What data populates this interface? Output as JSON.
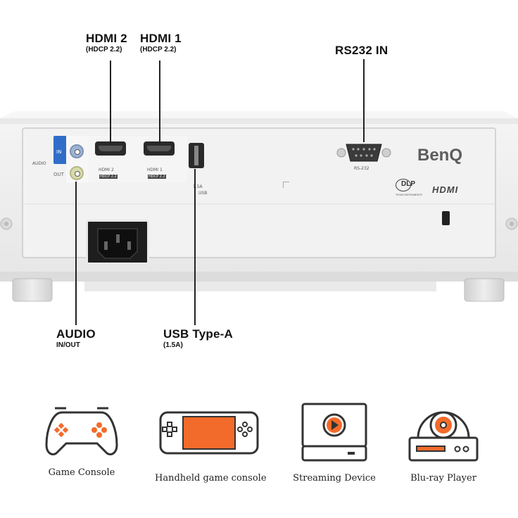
{
  "callouts": {
    "hdmi2": {
      "title": "HDMI 2",
      "sub": "(HDCP 2.2)"
    },
    "hdmi1": {
      "title": "HDMI 1",
      "sub": "(HDCP 2.2)"
    },
    "rs232": {
      "title": "RS232 IN"
    },
    "audio": {
      "title": "AUDIO",
      "sub": "IN/OUT"
    },
    "usb": {
      "title": "USB Type-A",
      "sub": "(1.5A)"
    }
  },
  "panel": {
    "audio_label": "AUDIO",
    "in_label": "IN",
    "out_label": "OUT",
    "hdmi2_label": "HDMI 2",
    "hdmi1_label": "HDMI 1",
    "hdcp_label": "HDCP 2.2",
    "usb_current": "1.5A",
    "usb_label": "USB",
    "rs232_label": "RS-232",
    "brand": "BenQ",
    "dlp_label": "DLP",
    "dlp_sub": "TEXAS INSTRUMENTS",
    "hdmi_logo": "HDMI"
  },
  "devices": [
    {
      "label": "Game Console",
      "icon": "gamepad-icon"
    },
    {
      "label": "Handheld game console",
      "icon": "handheld-console-icon"
    },
    {
      "label": "Streaming Device",
      "icon": "streaming-device-icon"
    },
    {
      "label": "Blu-ray Player",
      "icon": "bluray-player-icon"
    }
  ],
  "colors": {
    "accent": "#F36B2A",
    "port_blue": "#2F6DC9",
    "outline": "#333333"
  }
}
